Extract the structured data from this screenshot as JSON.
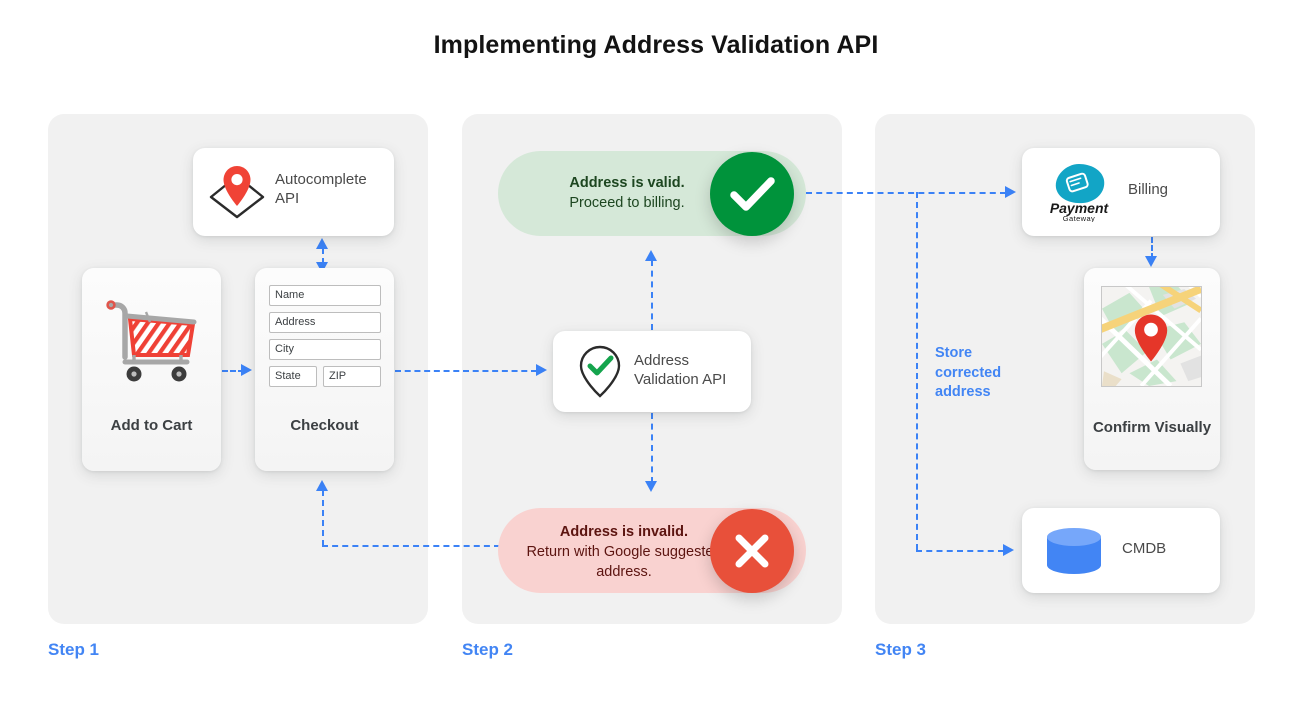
{
  "page": {
    "title": "Implementing Address Validation API",
    "accent_blue": "#4285f4",
    "connector_blue": "#3b82f6",
    "panel_bg": "#f1f1f1",
    "background": "#ffffff"
  },
  "steps": [
    {
      "label": "Step 1"
    },
    {
      "label": "Step 2"
    },
    {
      "label": "Step 3"
    }
  ],
  "step1": {
    "autocomplete_card": {
      "label": "Autocomplete API",
      "icon": "map-pin-diamond-icon"
    },
    "add_to_cart_card": {
      "label": "Add to Cart",
      "icon": "shopping-cart-icon"
    },
    "checkout_card": {
      "label": "Checkout",
      "fields": [
        {
          "name": "name-field",
          "placeholder": "Name"
        },
        {
          "name": "address-field",
          "placeholder": "Address"
        },
        {
          "name": "city-field",
          "placeholder": "City"
        },
        {
          "name": "state-field",
          "placeholder": "State"
        },
        {
          "name": "zip-field",
          "placeholder": "ZIP"
        }
      ]
    }
  },
  "step2": {
    "valid_pill": {
      "headline": "Address is valid.",
      "detail": "Proceed to billing.",
      "bg_color": "#d5e8d8",
      "text_color": "#1d4620",
      "badge_color": "#00933b",
      "badge_icon": "check-icon"
    },
    "validation_card": {
      "label": "Address Validation API",
      "icon": "pin-check-icon"
    },
    "invalid_pill": {
      "headline": "Address is invalid.",
      "detail": "Return with Google suggested address.",
      "bg_color": "#f9d2d0",
      "text_color": "#5c1410",
      "badge_color": "#e8503a",
      "badge_icon": "close-x-icon"
    }
  },
  "step3": {
    "billing_card": {
      "label": "Billing",
      "logo_primary": "Payment",
      "logo_secondary": "Gateway",
      "logo_color": "#12a5c6",
      "icon": "payment-gateway-logo-icon"
    },
    "confirm_card": {
      "label": "Confirm Visually",
      "icon": "map-thumbnail-icon"
    },
    "cmdb_card": {
      "label": "CMDB",
      "icon": "database-cylinder-icon"
    },
    "store_note": "Store corrected address"
  }
}
